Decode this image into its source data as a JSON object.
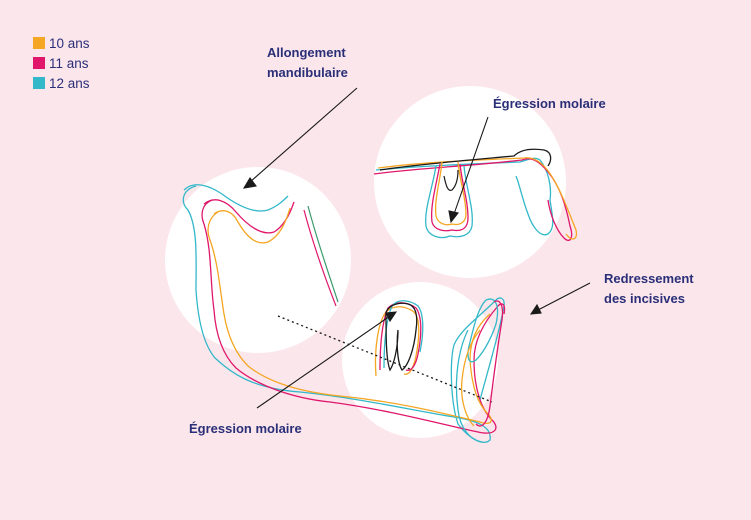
{
  "legend": [
    {
      "label": "10 ans",
      "color": "#f5a623"
    },
    {
      "label": "11 ans",
      "color": "#e0176b"
    },
    {
      "label": "12 ans",
      "color": "#33b8c9"
    }
  ],
  "annotations": {
    "allongement_line1": "Allongement",
    "allongement_line2": "mandibulaire",
    "egression_top": "Égression molaire",
    "redressement_line1": "Redressement",
    "redressement_line2": "des incisives",
    "egression_bottom": "Égression molaire"
  },
  "colors": {
    "background": "#fbe6ec",
    "circle": "#ffffff",
    "text": "#2a2f78",
    "arrow": "#1a1a1a"
  }
}
